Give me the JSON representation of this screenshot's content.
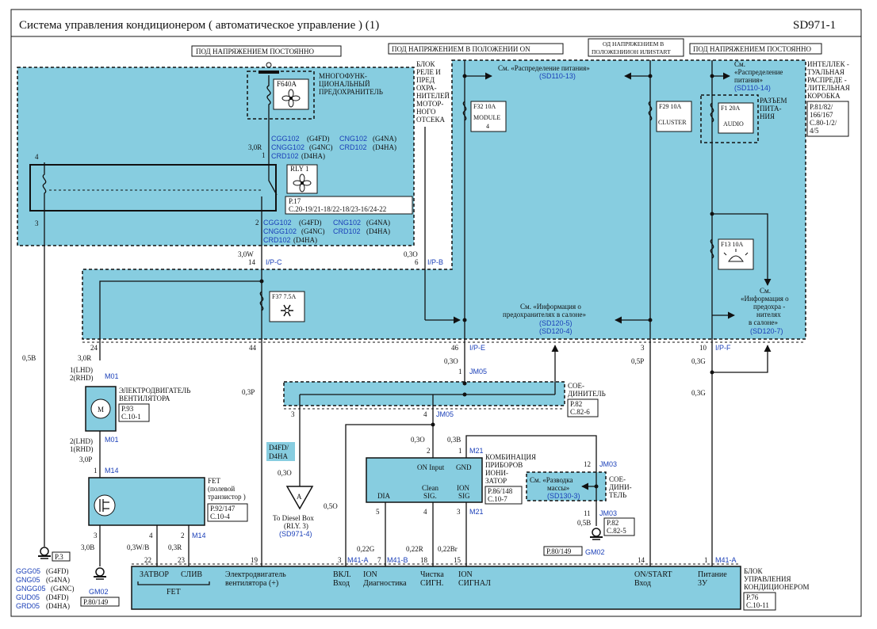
{
  "title": "Система   управления   кондиционером   ( автоматическое   управление  ) (1)",
  "code": "SD971-1",
  "power": {
    "always1": "ПОД НАПРЯЖЕНИЕМ  ПОСТОЯННО",
    "on": "ПОД НАПРЯЖЕНИЕМ  В ПОЛОЖЕНИИ ON",
    "onstart_1": "ОД НАПРЯЖЕНИЕМ В",
    "onstart_2": "ПОЛОЖЕНИИОН ИЛИSTART",
    "always2": "ПОД НАПРЯЖЕНИЕМ  ПОСТОЯННО"
  },
  "engine_box": {
    "l1": "БЛОК",
    "l2": "РЕЛЕ И",
    "l3": "ПРЕД",
    "l4": "ОХРА-",
    "l5": "НИТЕЛЕЙ",
    "l6": "МОТОР-",
    "l7": "НОГО",
    "l8": "ОТСЕКА"
  },
  "multifuse": {
    "id": "F640A",
    "l1": "МНОГОФУНК-",
    "l2": "ЦИОНАЛЬНЫЙ",
    "l3": "ПРЕДОХРАНИТЕЛЬ"
  },
  "conn_cg1": {
    "a": "CGG102",
    "a2": "(G4FD)",
    "b": "CNG102",
    "b2": "(G4NA)",
    "c": "CNGG102",
    "c2": "(G4NC)",
    "d": "CRD102",
    "d2": "(D4HA)",
    "e": "CRD102",
    "e2": "(D4HA)"
  },
  "relay": {
    "id": "RLY 1",
    "ref1": "P.17",
    "ref2": "C.20-19/21-18/22-18/23-16/24-22"
  },
  "pins": {
    "p4": "4",
    "p3": "3",
    "p3r": "3,0R",
    "p1": "1",
    "p2": "2",
    "p30w": "3,0W",
    "p14": "14",
    "ipc": "I/P-C",
    "p030": "0,3O",
    "p6": "6",
    "ipb": "I/P-B",
    "p24": "24",
    "p44": "44",
    "p46": "46",
    "ipe": "I/P-E",
    "p3b": "3",
    "p10": "10",
    "ipf": "I/P-F",
    "w05b": "0,5B",
    "w30r": "3,0R",
    "lhd1": "1(LHD)",
    "rhd2": "2(RHD)",
    "w03p": "0,3P",
    "w030b": "0,3O",
    "jm05": "JM05",
    "p1b": "1",
    "w05p": "0,5P",
    "w03g": "0,3G",
    "w03g2": "0,3G"
  },
  "see1": {
    "t": "См. «Распределение    питания»",
    "r": "(SD110-13)"
  },
  "fuse_module": {
    "id": "F32 10A",
    "n1": "MODULE",
    "n2": "4"
  },
  "fuse_cluster": {
    "id": "F29 10A",
    "n": "CLUSTER"
  },
  "fuse_audio": {
    "id": "F1 20A",
    "n": "AUDIO"
  },
  "see2": {
    "l1": "См.",
    "l2": "«Распределение",
    "l3": "питания»",
    "r": "(SD110-14)"
  },
  "conn_audio": {
    "l1": "РАЗЪЕМ",
    "l2": "ПИТА-",
    "l3": "НИЯ"
  },
  "ijb": {
    "l1": "ИНТЕЛЛЕК -",
    "l2": "ТУАЛЬНАЯ",
    "l3": "РАСПРЕДЕ -",
    "l4": "ЛИТЕЛЬНАЯ",
    "l5": "КОРОБКА",
    "r1": "P.81/82/",
    "r2": "166/167",
    "r3": "C.80-1/2/",
    "r4": "4/5"
  },
  "fuse_f13": {
    "id": "F13 10A"
  },
  "fuse_f37": {
    "id": "F37 7.5A"
  },
  "see3": {
    "l1": "См. «Информация   о",
    "l2": "предохранителях    в салоне»",
    "r1": "(SD120-5)",
    "r2": "(SD120-4)"
  },
  "see4": {
    "l1": "См.",
    "l2": "«Информация   о",
    "l3": "предохра -",
    "l4": "нителях",
    "l5": "в салоне»",
    "r": "(SD120-7)"
  },
  "motor": {
    "id": "M01",
    "l1": "ЭЛЕКТРОДВИГАТЕЛЬ",
    "l2": "ВЕНТИЛЯТОРА",
    "r1": "P.93",
    "r2": "C.10-1",
    "m": "M",
    "id2": "M01",
    "lhd2": "2(LHD)",
    "rhd1": "1(RHD)",
    "w30p": "3,0P"
  },
  "joint": {
    "l1": "СОЕ-",
    "l2": "ДИНИТЕЛЬ",
    "r1": "P.82",
    "r2": "C.82-6",
    "p3": "3",
    "p4": "4",
    "id": "JM05"
  },
  "fet": {
    "id": "M14",
    "p1": "1",
    "l1": "FET",
    "l2": "(полевой",
    "l3": "транзистор  )",
    "r1": "P.92/147",
    "r2": "C.10-4",
    "p3": "3",
    "p4": "4",
    "p2": "2",
    "id2": "M14",
    "w30b": "3,0B",
    "w03wb": "0,3W/B",
    "w03r": "0,3R"
  },
  "diesel": {
    "t1": "D4FD/",
    "t2": "D4HA",
    "w": "0,3O",
    "a": "A",
    "l1": "To Diesel Box",
    "l2": "(RLY. 3)",
    "r": "(SD971-4)"
  },
  "cluster": {
    "p2": "2",
    "w03o": "0,3O",
    "p1": "1",
    "w03b": "0,3B",
    "id": "M21",
    "on": "ON Input",
    "gnd": "GND",
    "dia": "DIA",
    "clean1": "Clean",
    "clean2": "SIG.",
    "ion1": "ION",
    "ion2": "SIG",
    "l1": "КОМБИНАЦИЯ",
    "l2": "ПРИБОРОВ",
    "l3": "ИОНИ-",
    "l4": "ЗАТОР",
    "r1": "P.86/148",
    "r2": "C.10-7",
    "p5": "5",
    "p4": "4",
    "p3": "3",
    "id2": "M21",
    "w05o": "0,5O"
  },
  "ground_split": {
    "t1": "См. «Разводка",
    "t2": "массы»",
    "r": "(SD130-3)",
    "l1": "СОЕ-",
    "l2": "ДИНИ-",
    "l3": "ТЕЛЬ"
  },
  "jm03": {
    "p12": "12",
    "id": "JM03",
    "p11": "11",
    "id2": "JM03",
    "w05b": "0,5B",
    "r1": "P.82",
    "r2": "C.82-5",
    "gm": "GM02",
    "ref": "P.80/149"
  },
  "gm_left": {
    "ref": "P.3",
    "g1": "GGG05",
    "g1b": "(G4FD)",
    "g2": "GNG05",
    "g2b": "(G4NA)",
    "g3": "GNGG05",
    "g3b": "(G4NC)",
    "g4": "GUD05",
    "g4b": "(D4FD)",
    "g5": "GRD05",
    "g5b": "(D4HA)"
  },
  "gm02": {
    "id": "GM02",
    "ref": "P.80/149"
  },
  "ecu_pins": {
    "p22": "22",
    "p23": "23",
    "p19": "19",
    "p3": "3",
    "m41a": "M41-A",
    "p7": "7",
    "m41b": "M41-B",
    "p18": "18",
    "p15": "15",
    "p14": "14",
    "p1": "1",
    "m41a2": "M41-A",
    "w022g": "0,22G",
    "w022r": "0,22R",
    "w022br": "0,22Br"
  },
  "ecu": {
    "zatvor": "ЗАТВОР",
    "sliv": "СЛИВ",
    "fet": "FET",
    "fan1": "Электродвигатель",
    "fan2": "вентилятора  (+)",
    "vkl1": "ВКЛ.",
    "vkl2": "Вход",
    "iond1": "ION",
    "iond2": "Диагностика",
    "cl1": "Чистка",
    "cl2": "СИГН.",
    "ions1": "ION",
    "ions2": "СИГНАЛ",
    "on1": "ON/START",
    "on2": "Вход",
    "pw1": "Питание",
    "pw2": "3У",
    "n1": "БЛОК",
    "n2": "УПРАВЛЕНИЯ",
    "n3": "КОНДИЦИОНЕРОМ",
    "r1": "P.76",
    "r2": "C.10-11"
  }
}
